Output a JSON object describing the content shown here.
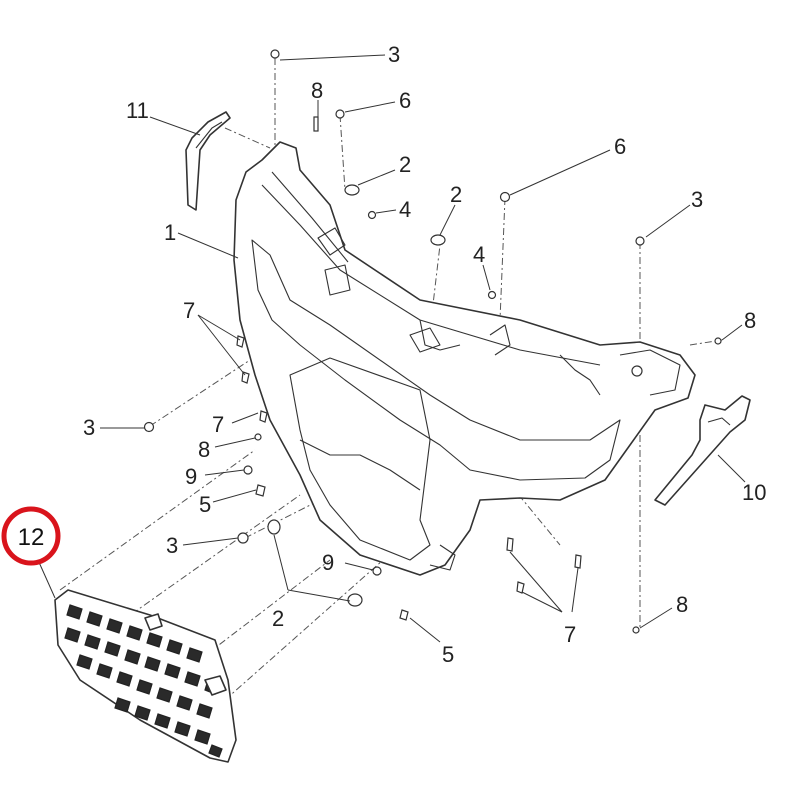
{
  "diagram": {
    "highlight_color": "#d9141c",
    "highlighted_callout": "12",
    "callouts": {
      "c1": "1",
      "c2a": "2",
      "c2b": "2",
      "c2c": "2",
      "c3a": "3",
      "c3b": "3",
      "c3c": "3",
      "c3d": "3",
      "c4a": "4",
      "c4b": "4",
      "c5a": "5",
      "c5b": "5",
      "c6a": "6",
      "c6b": "6",
      "c7a": "7",
      "c7b": "7",
      "c7c": "7",
      "c8a": "8",
      "c8b": "8",
      "c8c": "8",
      "c8d": "8",
      "c9a": "9",
      "c9b": "9",
      "c10": "10",
      "c11": "11",
      "c12": "12"
    }
  }
}
